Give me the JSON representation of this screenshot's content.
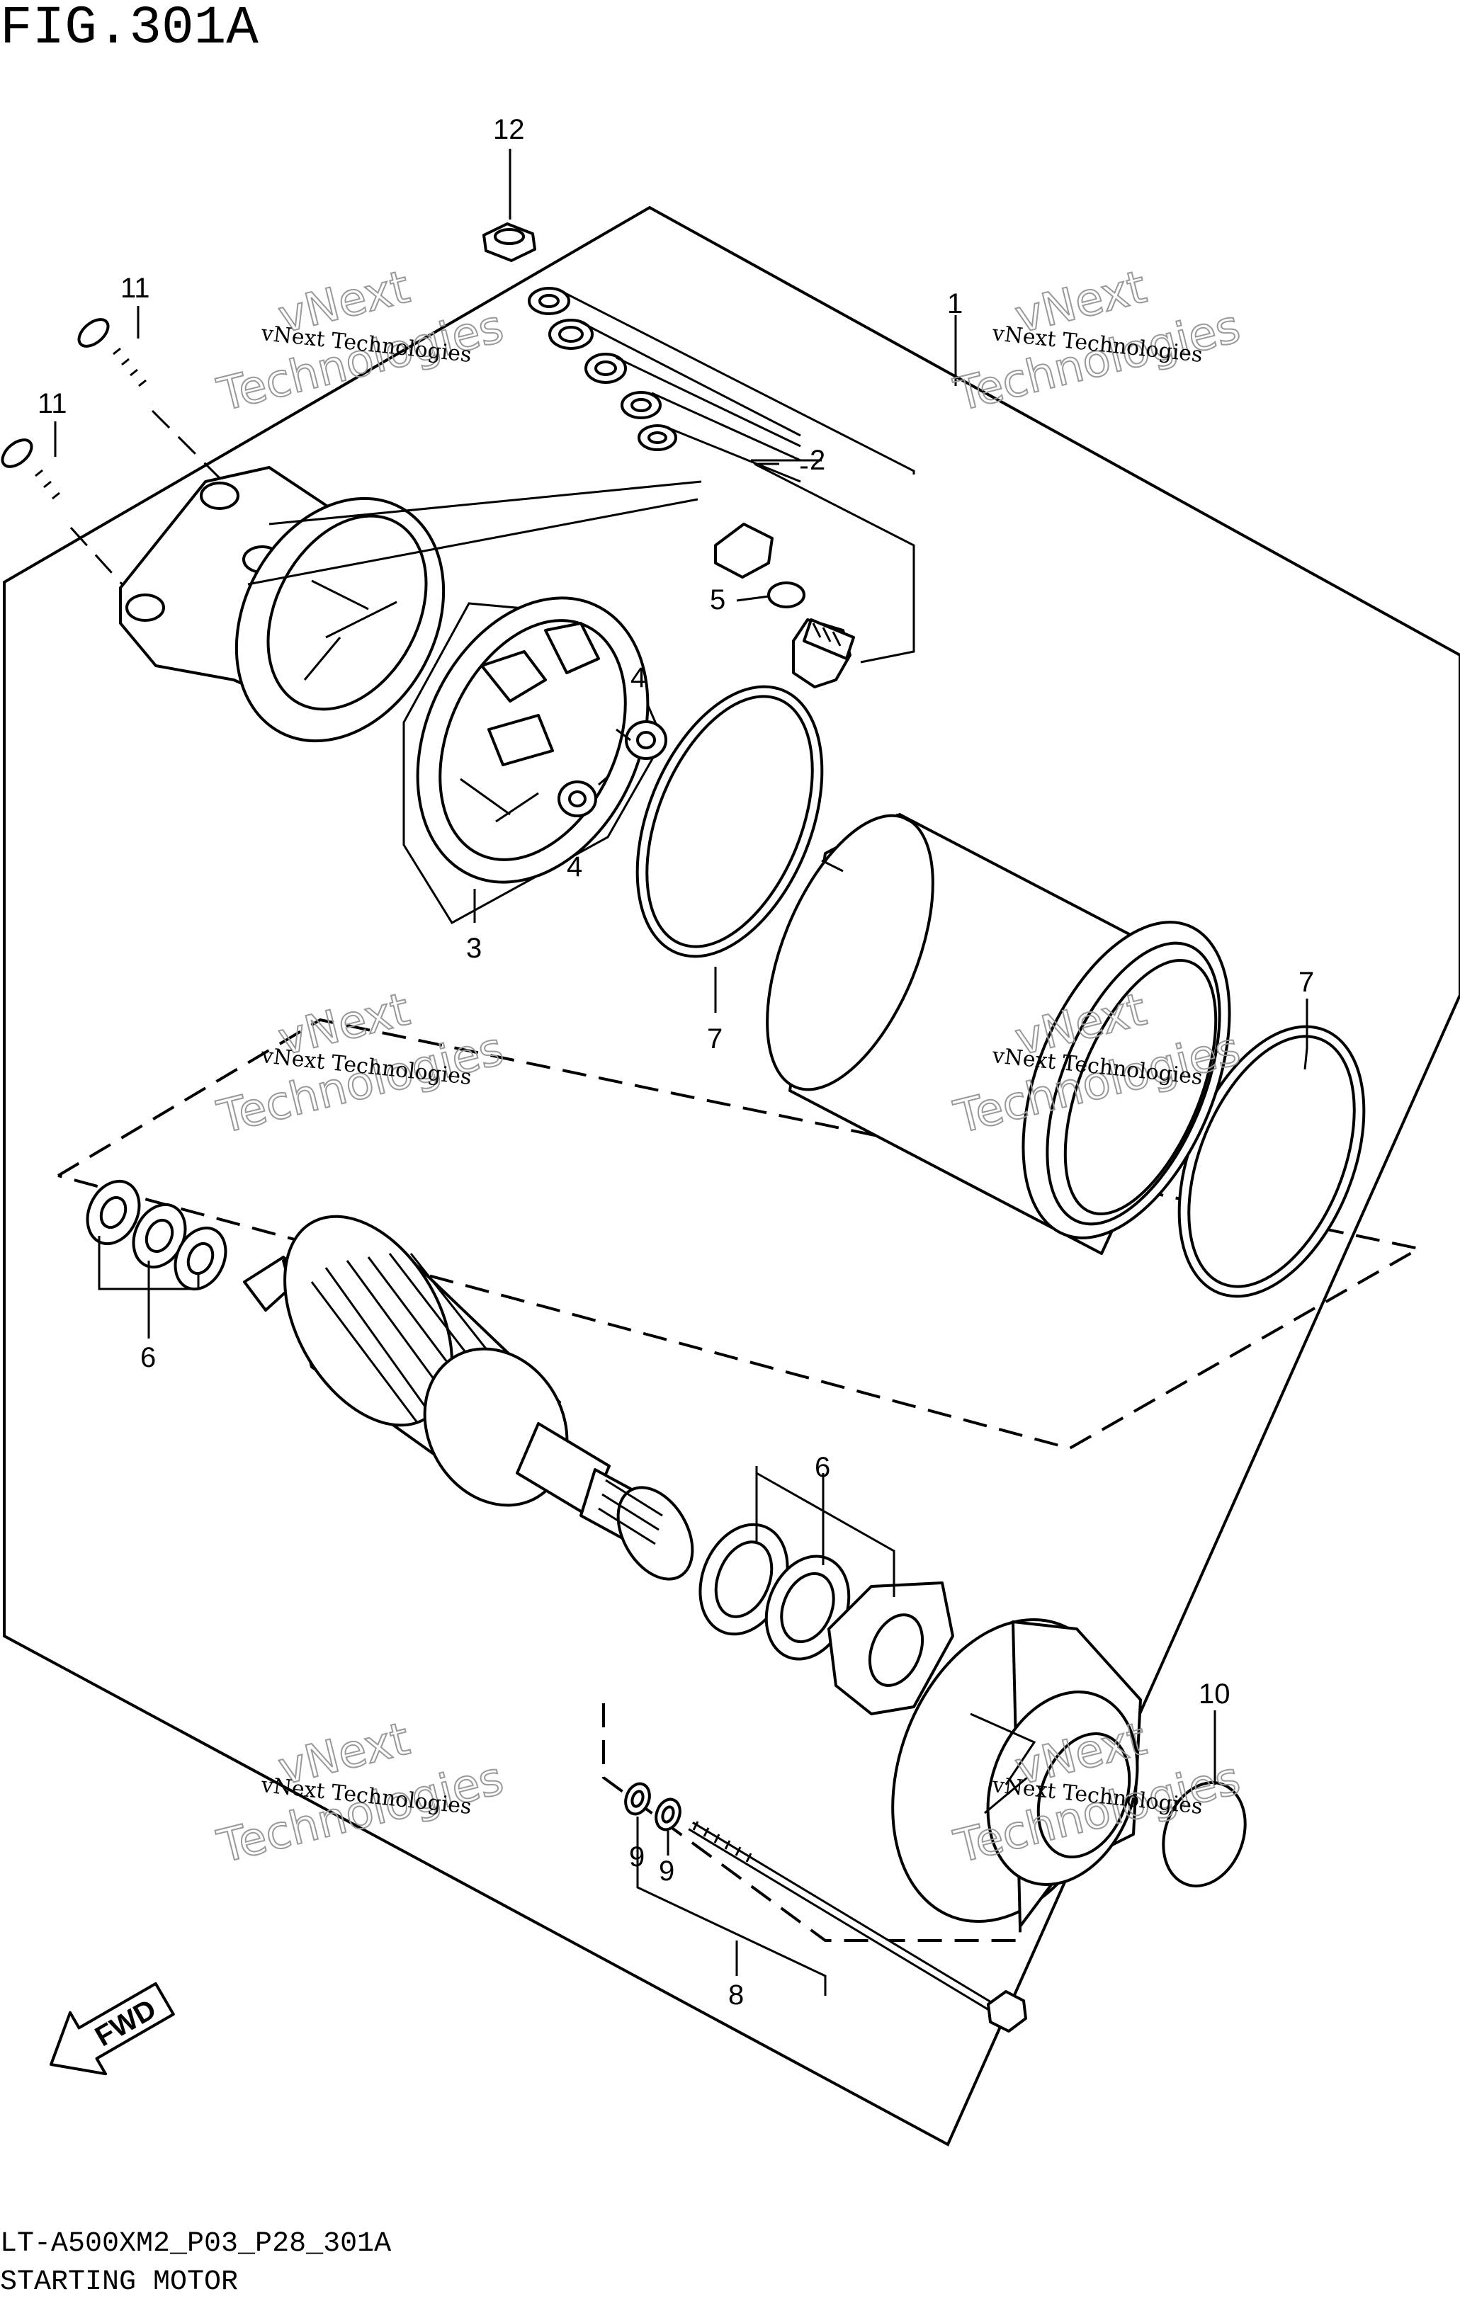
{
  "figure": {
    "title": "FIG.301A",
    "code": "LT-A500XM2_P03_P28_301A",
    "name": "STARTING MOTOR"
  },
  "watermark": {
    "line1": "vNext Technologies",
    "line2a": "vNext",
    "line2b": "Technologies"
  },
  "fwd_label": "FWD",
  "callouts": {
    "c1": "1",
    "c2": "2",
    "c3": "3",
    "c4a": "4",
    "c4b": "4",
    "c5": "5",
    "c6a": "6",
    "c6b": "6",
    "c7a": "7",
    "c7b": "7",
    "c8": "8",
    "c9a": "9",
    "c9b": "9",
    "c10": "10",
    "c11a": "11",
    "c11b": "11",
    "c12": "12"
  }
}
